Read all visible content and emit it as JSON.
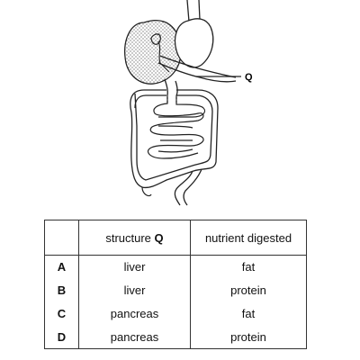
{
  "diagram": {
    "label": "Q"
  },
  "table": {
    "header": {
      "structure": "structure",
      "structure_bold": "Q",
      "nutrient": "nutrient digested"
    },
    "rows": [
      {
        "option": "A",
        "structure": "liver",
        "nutrient": "fat"
      },
      {
        "option": "B",
        "structure": "liver",
        "nutrient": "protein"
      },
      {
        "option": "C",
        "structure": "pancreas",
        "nutrient": "fat"
      },
      {
        "option": "D",
        "structure": "pancreas",
        "nutrient": "protein"
      }
    ]
  }
}
